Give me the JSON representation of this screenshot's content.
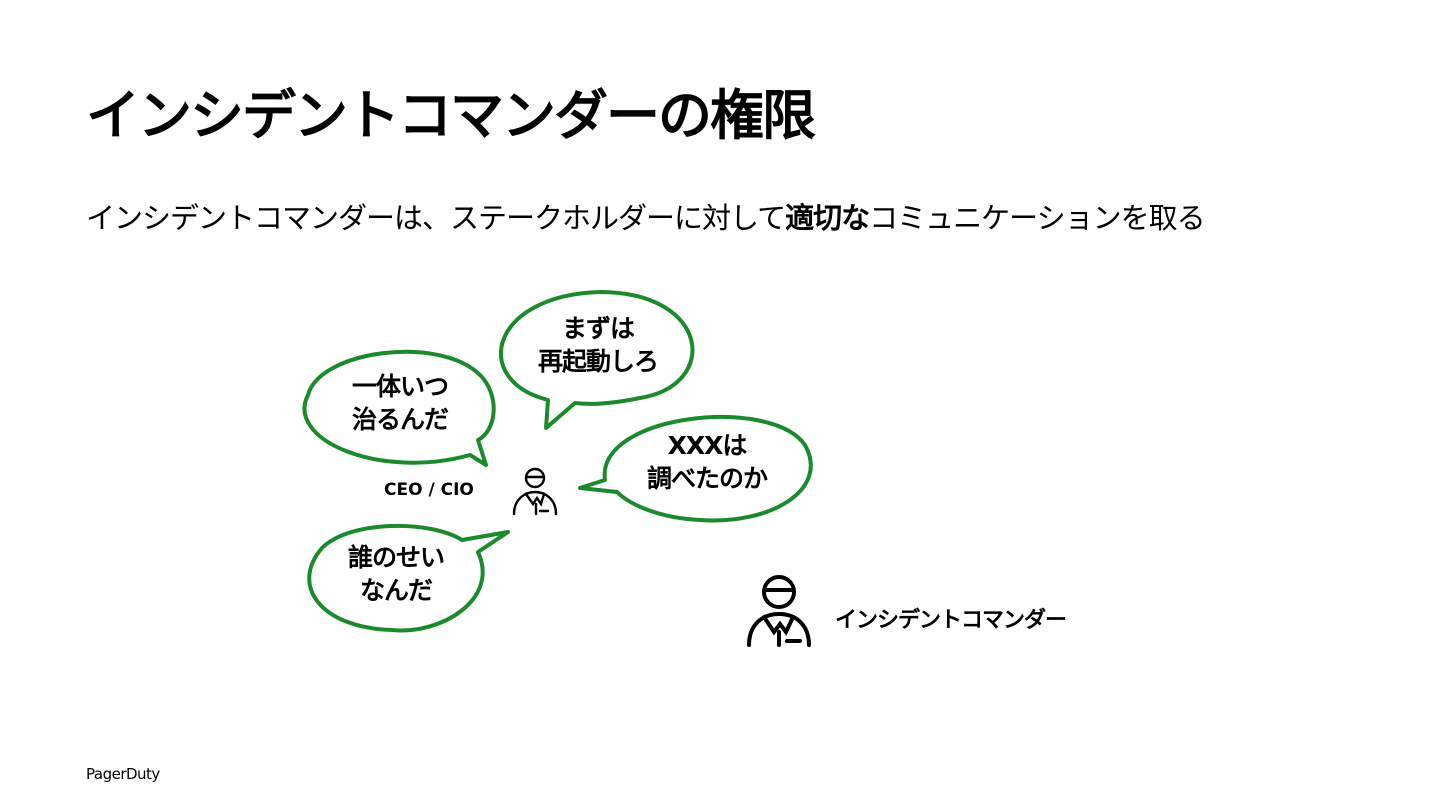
{
  "slide": {
    "title": "インシデントコマンダーの権限",
    "subtitle_before": "インシデントコマンダーは、ステークホルダーに対して",
    "subtitle_emphasis": "適切な",
    "subtitle_after": "コミュニケーションを取る"
  },
  "bubbles": [
    {
      "line1": "まずは",
      "line2": "再起動しろ"
    },
    {
      "line1": "一体いつ",
      "line2": "治るんだ"
    },
    {
      "line1": "XXXは",
      "line2": "調べたのか"
    },
    {
      "line1": "誰のせい",
      "line2": "なんだ"
    }
  ],
  "people": {
    "executive_label": "CEO / CIO",
    "commander_label": "インシデントコマンダー"
  },
  "footer": {
    "logo_text": "PagerDuty"
  },
  "colors": {
    "bubble_border": "#1a8a2c",
    "text": "#000000",
    "background": "#ffffff"
  }
}
